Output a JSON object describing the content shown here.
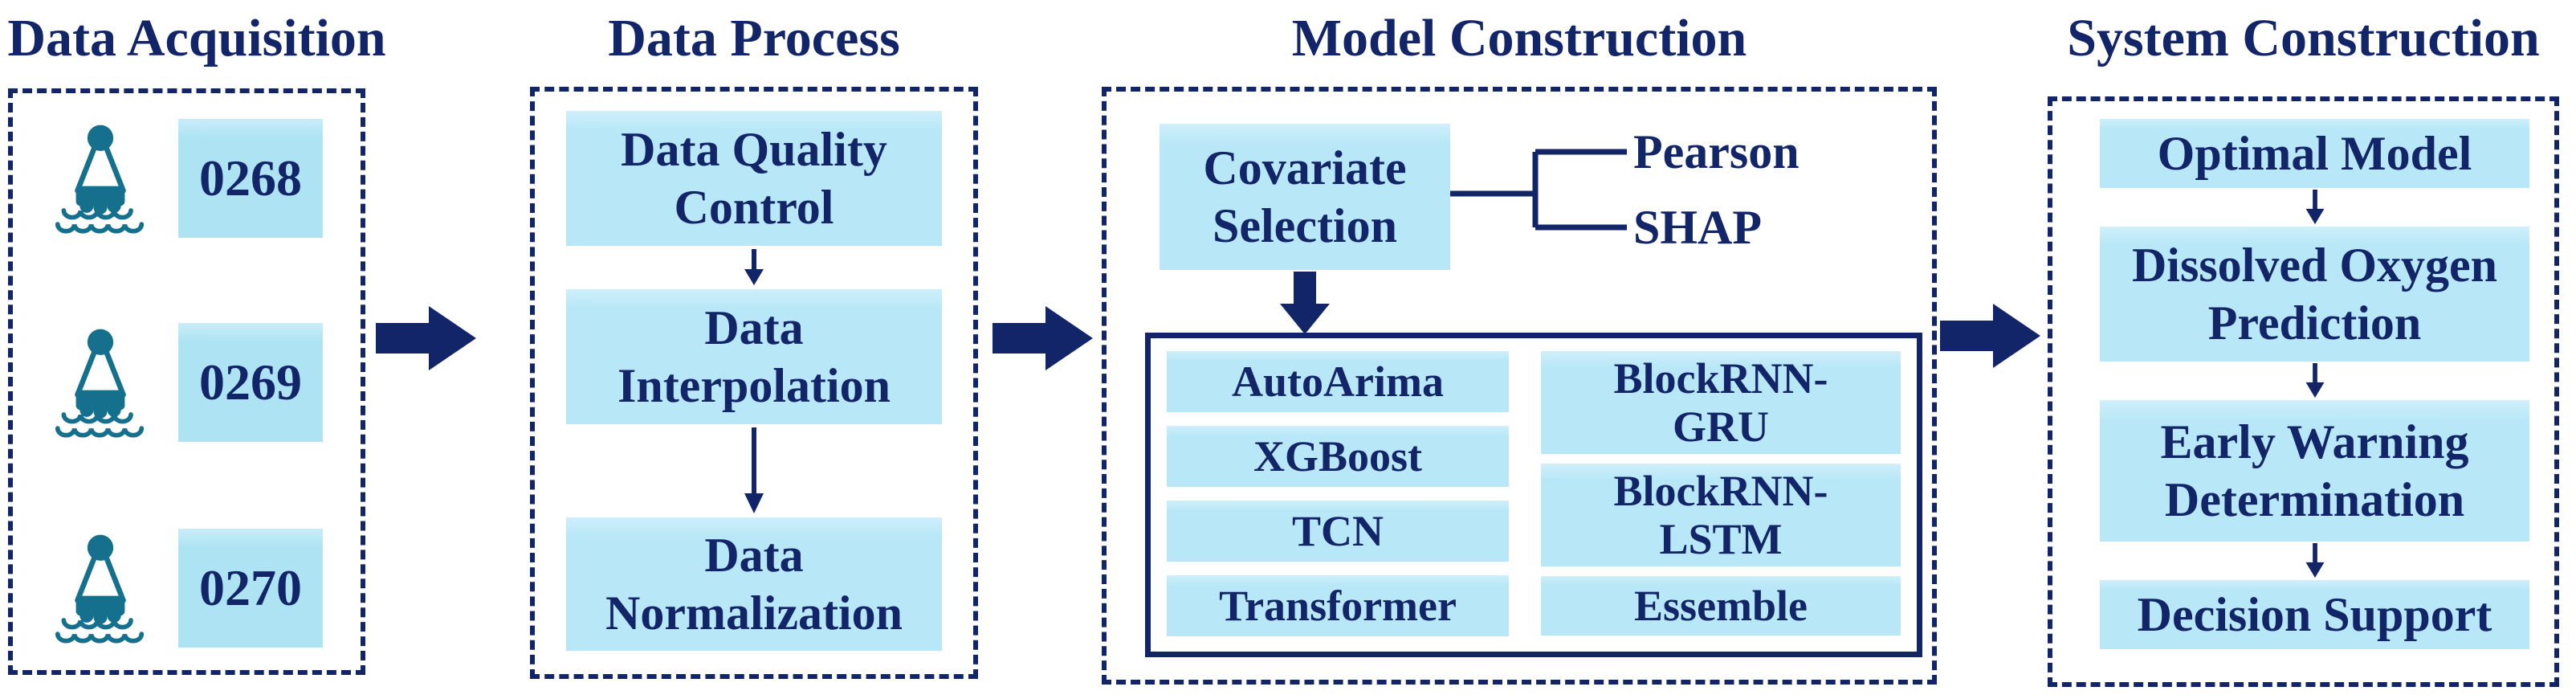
{
  "colors": {
    "navy": "#132569",
    "step_blue": "#B8E8F7",
    "station_chip_blue": "#AEE3F3",
    "buoy_teal": "#15708E",
    "background": "#FFFFFF"
  },
  "data_acquisition": {
    "title": "Data Acquisition",
    "buoys": [
      {
        "icon": "buoy-icon",
        "label": "0268"
      },
      {
        "icon": "buoy-icon",
        "label": "0269"
      },
      {
        "icon": "buoy-icon",
        "label": "0270"
      }
    ]
  },
  "data_process": {
    "title": "Data Process",
    "steps": [
      "Data Quality\nControl",
      "Data\nInterpolation",
      "Data\nNormalization"
    ]
  },
  "model_construction": {
    "title": "Model Construction",
    "covariate_selection": "Covariate\nSelection",
    "selection_methods": [
      "Pearson",
      "SHAP"
    ],
    "model_grid": {
      "left_column": [
        "AutoArima",
        "XGBoost",
        "TCN",
        "Transformer"
      ],
      "right_column": [
        "BlockRNN-\nGRU",
        "BlockRNN-\nLSTM",
        "Essemble"
      ]
    }
  },
  "system_construction": {
    "title": "System Construction",
    "steps": [
      "Optimal Model",
      "Dissolved Oxygen\nPrediction",
      "Early Warning\nDetermination",
      "Decision Support"
    ]
  }
}
